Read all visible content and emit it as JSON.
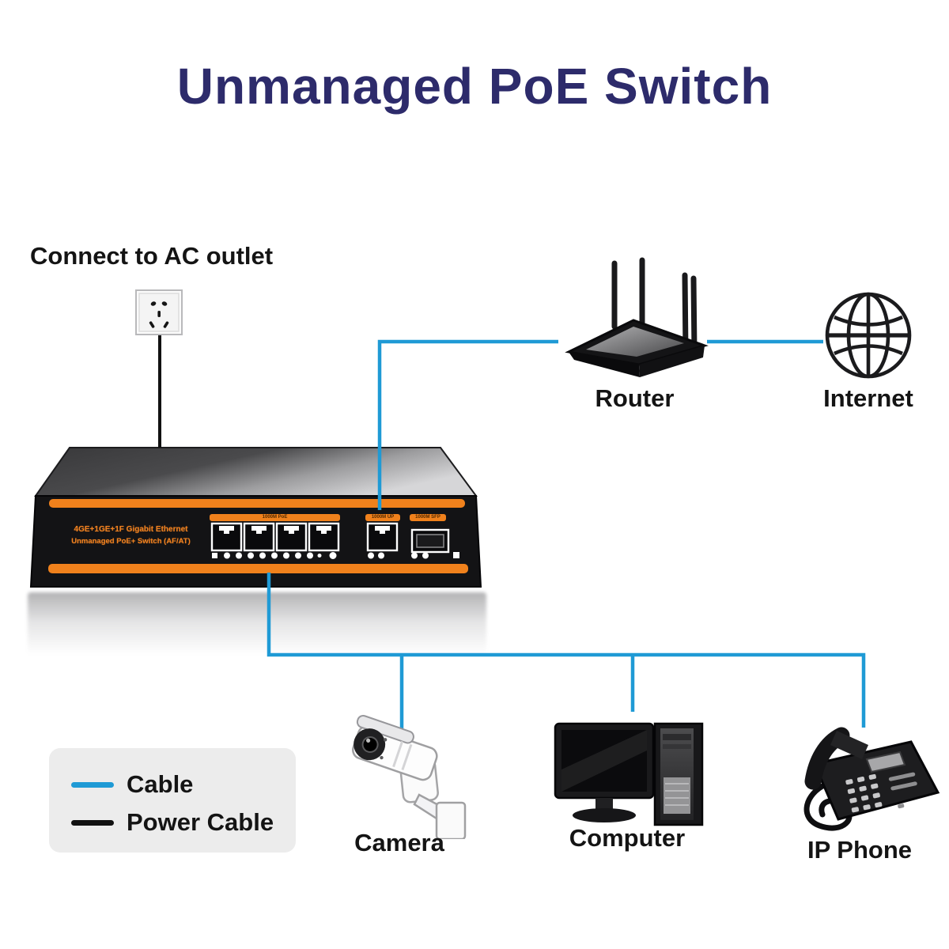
{
  "title": "Unmanaged PoE Switch",
  "colors": {
    "title_navy": "#2d2b6b",
    "cable_blue": "#1f9ad5",
    "power_cable_black": "#111111",
    "accent_orange": "#f0811c",
    "switch_body_black": "#131315"
  },
  "outlet": {
    "label": "Connect to AC outlet"
  },
  "nodes": {
    "router": "Router",
    "internet": "Internet",
    "camera": "Camera",
    "computer": "Computer",
    "ip_phone": "IP Phone"
  },
  "switch": {
    "panel_line1": "4GE+1GE+1F Gigabit Ethernet",
    "panel_line2": "Unmanaged PoE+ Switch (AF/AT)",
    "port_groups": [
      {
        "label": "1000M PoE"
      },
      {
        "label": "1000M UP"
      },
      {
        "label": "1000M SFP"
      }
    ]
  },
  "legend": {
    "items": [
      {
        "label": "Cable",
        "color": "#1f9ad5"
      },
      {
        "label": "Power Cable",
        "color": "#111111"
      }
    ]
  }
}
